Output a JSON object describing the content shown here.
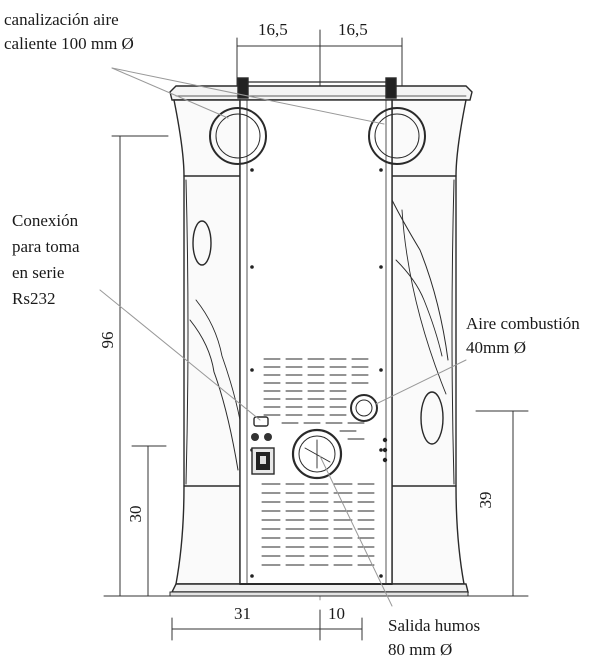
{
  "labels": {
    "hot_air": [
      "canalización aire",
      "caliente 100 mm Ø"
    ],
    "rs232": [
      "Conexión",
      "para toma",
      "en serie",
      "Rs232"
    ],
    "combustion_air": [
      "Aire combustión",
      "40mm Ø"
    ],
    "exhaust": [
      "Salida humos",
      "80 mm Ø"
    ]
  },
  "dimensions": {
    "top_left": "16,5",
    "top_right": "16,5",
    "height_total": "96",
    "height_left": "30",
    "height_right": "39",
    "bottom_left": "31",
    "bottom_right": "10"
  }
}
